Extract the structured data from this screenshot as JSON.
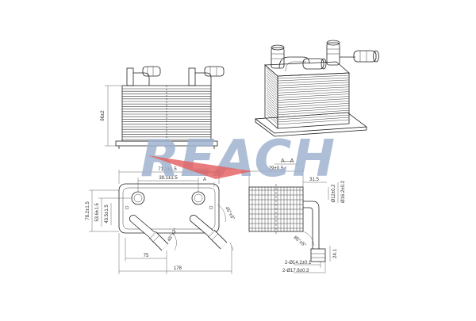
{
  "drawing": {
    "watermark": "REACH",
    "section_label": "A—A",
    "cut_marker": "A",
    "front_view": {
      "height_dim": "96±2"
    },
    "plan_view": {
      "dims": {
        "overall_top": "71.2±1.5",
        "inner_top": "39.1±1.5",
        "left_1": "78.2±1.5",
        "left_2": "53.6±1.5",
        "left_3": "43.5±1.5",
        "angle_left": "45°±3°",
        "angle_right": "45°±3°",
        "bottom_1": "75",
        "bottom_2": "178"
      }
    },
    "section_view": {
      "dims": {
        "top": "29±0.5",
        "offset": "31.5",
        "dia_1": "Ø12±0.2",
        "dia_2": "Ø16.2±0.2",
        "angle": "85°±5°",
        "tube_len": "24.1",
        "hose_1": "2-Ø14.2±0.1",
        "hose_2": "2-Ø17.8±0.3"
      }
    },
    "colors": {
      "watermark_blue": "#9fb3cf",
      "watermark_red": "#e04a4a",
      "line": "#222222"
    }
  }
}
